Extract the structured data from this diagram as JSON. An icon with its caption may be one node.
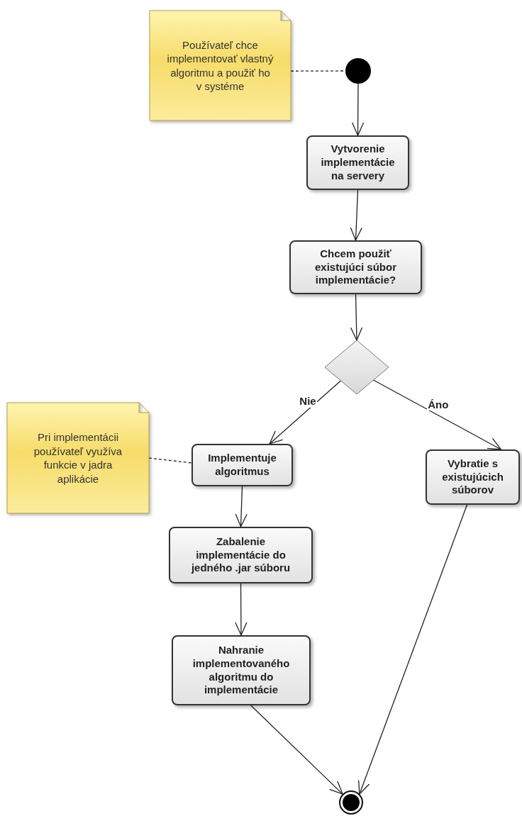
{
  "diagram": {
    "nodes": [
      {
        "text": [
          "Používateľ chce implementovať vlastný algoritmu a použiť ho v systéme"
        ]
      },
      {
        "text": [],
        "shape": "circle"
      },
      {
        "text": [
          "Vytvorenie implementácie na servery"
        ]
      },
      {
        "text": [
          "Chcem použiť existujúci súbor implementácie?"
        ]
      },
      {
        "text": [],
        "shape": "diamond"
      },
      {
        "text": [
          "Pri implementácii používateľ využíva funkcie v jadra aplikácie"
        ]
      },
      {
        "text": [
          "Implementuje algoritmus"
        ]
      },
      {
        "text": [
          "Vybratie s existujúcich súborov"
        ]
      },
      {
        "text": [
          "Zabalenie implementácie do jedného .jar súboru"
        ]
      },
      {
        "text": [
          "Nahranie implementovaného algoritmu do implementácie"
        ]
      },
      {
        "text": [],
        "shape": "circle"
      }
    ],
    "edges": [
      {
        "from": 0,
        "to": 1,
        "arrow": "none",
        "style": "dashed"
      },
      {
        "from": 1,
        "to": 2,
        "arrow": "to"
      },
      {
        "from": 2,
        "to": 3,
        "arrow": "to"
      },
      {
        "from": 3,
        "to": 4,
        "arrow": "to"
      },
      {
        "from": 4,
        "to": 6,
        "arrow": "to",
        "label": "Nie"
      },
      {
        "from": 4,
        "to": 7,
        "arrow": "to",
        "label": "Áno"
      },
      {
        "from": 5,
        "to": 6,
        "arrow": "none",
        "style": "dashed"
      },
      {
        "from": 6,
        "to": 8,
        "arrow": "to"
      },
      {
        "from": 8,
        "to": 9,
        "arrow": "to"
      },
      {
        "from": 9,
        "to": 10,
        "arrow": "to"
      },
      {
        "from": 7,
        "to": 10,
        "arrow": "to"
      }
    ]
  }
}
